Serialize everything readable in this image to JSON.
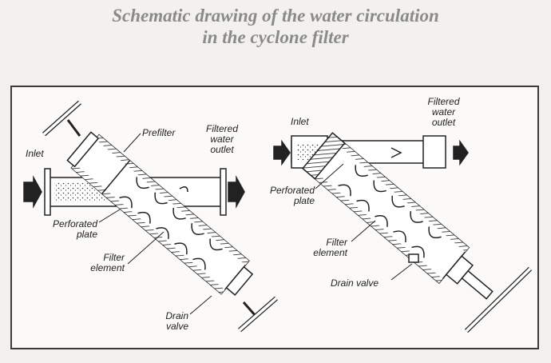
{
  "title": {
    "line1": "Schematic drawing of the water circulation",
    "line2": "in the cyclone filter"
  },
  "left_diagram": {
    "inlet": "Inlet",
    "prefilter": "Prefilter",
    "filtered_outlet_1": "Filtered",
    "filtered_outlet_2": "water",
    "filtered_outlet_3": "outlet",
    "perforated_1": "Perforated",
    "perforated_2": "plate",
    "filter_element_1": "Filter",
    "filter_element_2": "element",
    "drain_1": "Drain",
    "drain_2": "valve"
  },
  "right_diagram": {
    "inlet": "Inlet",
    "filtered_outlet_1": "Filtered",
    "filtered_outlet_2": "water",
    "filtered_outlet_3": "outlet",
    "perforated_1": "Perforated",
    "perforated_2": "plate",
    "filter_element_1": "Filter",
    "filter_element_2": "element",
    "drain": "Drain valve"
  },
  "colors": {
    "title": "#8a8a8a",
    "line": "#222222",
    "frame": "#3a3a3a"
  }
}
